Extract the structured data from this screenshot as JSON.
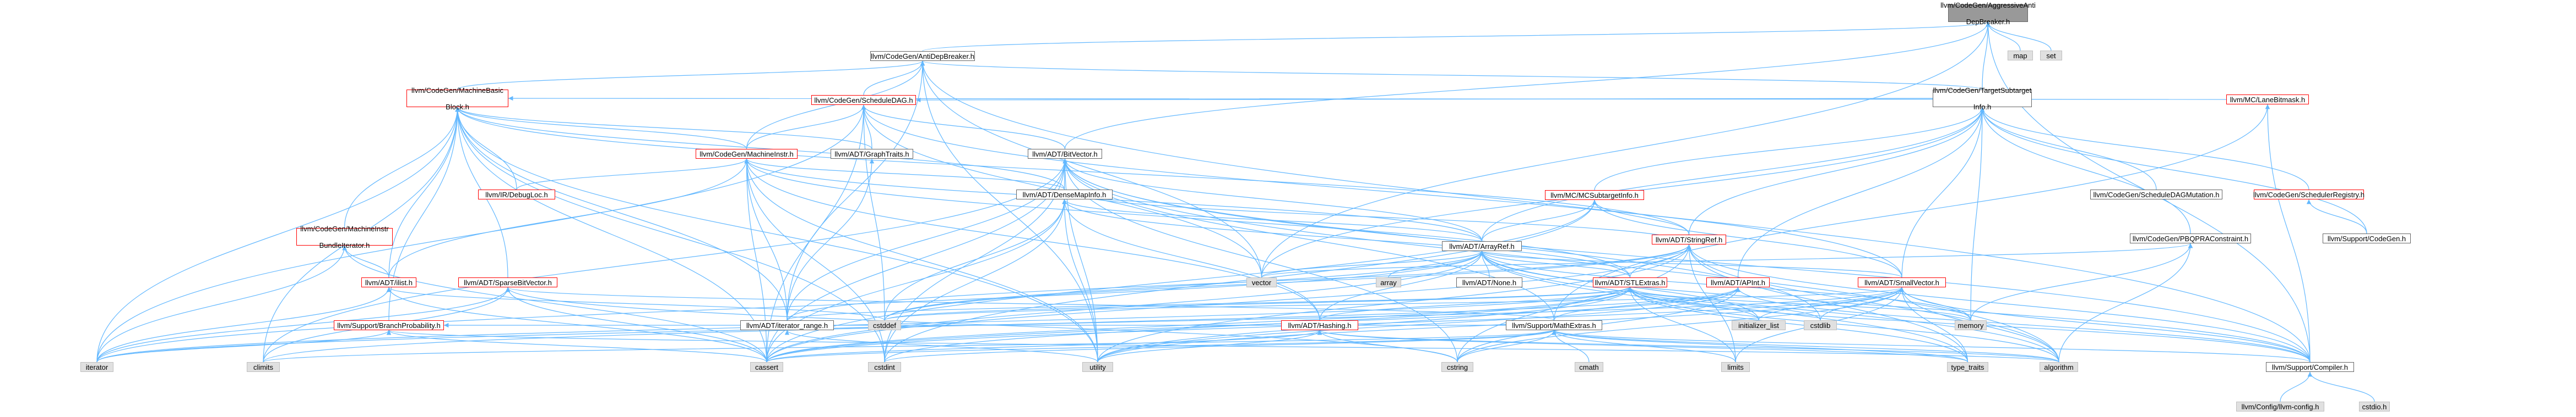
{
  "graph": {
    "root": "llvm/CodeGen/AggressiveAntiDepBreaker.h",
    "colors": {
      "edge": "#63b8ff",
      "edge_alt": "#7c9cc6",
      "root_fill": "#999999",
      "missing_border": "#ff0000",
      "system_fill": "#e0e0e0"
    },
    "nodes": [
      {
        "id": "root",
        "label": "llvm/CodeGen/AggressiveAnti\nDepBreaker.h",
        "kind": "root"
      },
      {
        "id": "map",
        "label": "map",
        "kind": "sys"
      },
      {
        "id": "set",
        "label": "set",
        "kind": "sys"
      },
      {
        "id": "antidep",
        "label": "llvm/CodeGen/AntiDepBreaker.h",
        "kind": "normal"
      },
      {
        "id": "mbb",
        "label": "llvm/CodeGen/MachineBasic\nBlock.h",
        "kind": "red"
      },
      {
        "id": "scheddag",
        "label": "llvm/CodeGen/ScheduleDAG.h",
        "kind": "red"
      },
      {
        "id": "tsi",
        "label": "llvm/CodeGen/TargetSubtarget\nInfo.h",
        "kind": "normal"
      },
      {
        "id": "lanebm",
        "label": "llvm/MC/LaneBitmask.h",
        "kind": "red"
      },
      {
        "id": "minstr",
        "label": "llvm/CodeGen/MachineInstr.h",
        "kind": "red"
      },
      {
        "id": "graphtraits",
        "label": "llvm/ADT/GraphTraits.h",
        "kind": "normal"
      },
      {
        "id": "bitvector",
        "label": "llvm/ADT/BitVector.h",
        "kind": "normal"
      },
      {
        "id": "schedmut",
        "label": "llvm/CodeGen/ScheduleDAGMutation.h",
        "kind": "normal"
      },
      {
        "id": "schedreg",
        "label": "llvm/CodeGen/SchedulerRegistry.h",
        "kind": "red"
      },
      {
        "id": "debugloc",
        "label": "llvm/IR/DebugLoc.h",
        "kind": "red"
      },
      {
        "id": "densemapinfo",
        "label": "llvm/ADT/DenseMapInfo.h",
        "kind": "normal"
      },
      {
        "id": "mcsub",
        "label": "llvm/MC/MCSubtargetInfo.h",
        "kind": "red"
      },
      {
        "id": "codegen",
        "label": "llvm/Support/CodeGen.h",
        "kind": "normal"
      },
      {
        "id": "bundleiter",
        "label": "llvm/CodeGen/MachineInstr\nBundleIterator.h",
        "kind": "red"
      },
      {
        "id": "arrayref",
        "label": "llvm/ADT/ArrayRef.h",
        "kind": "normal"
      },
      {
        "id": "stringref",
        "label": "llvm/ADT/StringRef.h",
        "kind": "red"
      },
      {
        "id": "pbqp",
        "label": "llvm/CodeGen/PBQPRAConstraint.h",
        "kind": "normal"
      },
      {
        "id": "ilist",
        "label": "llvm/ADT/ilist.h",
        "kind": "red"
      },
      {
        "id": "sparsebv",
        "label": "llvm/ADT/SparseBitVector.h",
        "kind": "red"
      },
      {
        "id": "vector",
        "label": "vector",
        "kind": "sys"
      },
      {
        "id": "array",
        "label": "array",
        "kind": "sys"
      },
      {
        "id": "none",
        "label": "llvm/ADT/None.h",
        "kind": "normal"
      },
      {
        "id": "stlextras",
        "label": "llvm/ADT/STLExtras.h",
        "kind": "red"
      },
      {
        "id": "apint",
        "label": "llvm/ADT/APInt.h",
        "kind": "red"
      },
      {
        "id": "smallvector",
        "label": "llvm/ADT/SmallVector.h",
        "kind": "red"
      },
      {
        "id": "branchprob",
        "label": "llvm/Support/BranchProbability.h",
        "kind": "red"
      },
      {
        "id": "iterrange",
        "label": "llvm/ADT/iterator_range.h",
        "kind": "normal"
      },
      {
        "id": "cstddef",
        "label": "cstddef",
        "kind": "sys"
      },
      {
        "id": "hashing",
        "label": "llvm/ADT/Hashing.h",
        "kind": "red"
      },
      {
        "id": "mathextras",
        "label": "llvm/Support/MathExtras.h",
        "kind": "normal"
      },
      {
        "id": "initlist",
        "label": "initializer_list",
        "kind": "sys"
      },
      {
        "id": "cstdlib",
        "label": "cstdlib",
        "kind": "sys"
      },
      {
        "id": "memory",
        "label": "memory",
        "kind": "sys"
      },
      {
        "id": "iterator",
        "label": "iterator",
        "kind": "sys"
      },
      {
        "id": "climits",
        "label": "climits",
        "kind": "sys"
      },
      {
        "id": "cassert",
        "label": "cassert",
        "kind": "sys"
      },
      {
        "id": "cstdint",
        "label": "cstdint",
        "kind": "sys"
      },
      {
        "id": "utility",
        "label": "utility",
        "kind": "sys"
      },
      {
        "id": "cstring",
        "label": "cstring",
        "kind": "sys"
      },
      {
        "id": "cmath",
        "label": "cmath",
        "kind": "sys"
      },
      {
        "id": "limits",
        "label": "limits",
        "kind": "sys"
      },
      {
        "id": "typetraits",
        "label": "type_traits",
        "kind": "sys"
      },
      {
        "id": "algorithm",
        "label": "algorithm",
        "kind": "sys"
      },
      {
        "id": "compiler",
        "label": "llvm/Support/Compiler.h",
        "kind": "normal"
      },
      {
        "id": "config",
        "label": "llvm/Config/llvm-config.h",
        "kind": "sys"
      },
      {
        "id": "cstdioh",
        "label": "cstdio.h",
        "kind": "sys"
      }
    ],
    "edges": [
      [
        "root",
        "map"
      ],
      [
        "root",
        "set"
      ],
      [
        "root",
        "antidep"
      ],
      [
        "root",
        "tsi"
      ],
      [
        "root",
        "bitvector"
      ],
      [
        "root",
        "vector"
      ],
      [
        "root",
        "compiler"
      ],
      [
        "antidep",
        "mbb"
      ],
      [
        "antidep",
        "scheddag"
      ],
      [
        "antidep",
        "minstr"
      ],
      [
        "antidep",
        "iterrange"
      ],
      [
        "antidep",
        "vector"
      ],
      [
        "antidep",
        "tsi"
      ],
      [
        "antidep",
        "compiler"
      ],
      [
        "antidep",
        "utility"
      ],
      [
        "mbb",
        "graphtraits"
      ],
      [
        "mbb",
        "bundleiter"
      ],
      [
        "mbb",
        "minstr"
      ],
      [
        "mbb",
        "sparsebv"
      ],
      [
        "mbb",
        "ilist"
      ],
      [
        "mbb",
        "debugloc"
      ],
      [
        "mbb",
        "branchprob"
      ],
      [
        "mbb",
        "iterrange"
      ],
      [
        "mbb",
        "lanebm"
      ],
      [
        "mbb",
        "cassert"
      ],
      [
        "mbb",
        "iterator"
      ],
      [
        "mbb",
        "cstdint"
      ],
      [
        "mbb",
        "utility"
      ],
      [
        "mbb",
        "climits"
      ],
      [
        "mbb",
        "stringref"
      ],
      [
        "mbb",
        "densemapinfo"
      ],
      [
        "scheddag",
        "bitvector"
      ],
      [
        "scheddag",
        "graphtraits"
      ],
      [
        "scheddag",
        "smallvector"
      ],
      [
        "scheddag",
        "minstr"
      ],
      [
        "scheddag",
        "tsi"
      ],
      [
        "scheddag",
        "cassert"
      ],
      [
        "scheddag",
        "cstddef"
      ],
      [
        "scheddag",
        "iterator"
      ],
      [
        "scheddag",
        "string_ref_skip"
      ],
      [
        "scheddag",
        "vector"
      ],
      [
        "tsi",
        "arrayref"
      ],
      [
        "tsi",
        "smallvector"
      ],
      [
        "tsi",
        "schedmut"
      ],
      [
        "tsi",
        "schedreg"
      ],
      [
        "tsi",
        "mcsub"
      ],
      [
        "tsi",
        "codegen"
      ],
      [
        "tsi",
        "pbqp"
      ],
      [
        "tsi",
        "memory"
      ],
      [
        "tsi",
        "vector"
      ],
      [
        "tsi",
        "stringref"
      ],
      [
        "tsi",
        "apint"
      ],
      [
        "lanebm",
        "compiler"
      ],
      [
        "lanebm",
        "mathextras"
      ],
      [
        "minstr",
        "densemapinfo"
      ],
      [
        "minstr",
        "arrayref"
      ],
      [
        "minstr",
        "ilist"
      ],
      [
        "minstr",
        "iterrange"
      ],
      [
        "minstr",
        "debugloc"
      ],
      [
        "minstr",
        "cassert"
      ],
      [
        "minstr",
        "cstdint"
      ],
      [
        "minstr",
        "utility"
      ],
      [
        "minstr",
        "hashing"
      ],
      [
        "minstr",
        "stlextras"
      ],
      [
        "graphtraits",
        "iterrange"
      ],
      [
        "bitvector",
        "arrayref"
      ],
      [
        "bitvector",
        "densemapinfo"
      ],
      [
        "bitvector",
        "iterrange"
      ],
      [
        "bitvector",
        "mathextras"
      ],
      [
        "bitvector",
        "algorithm"
      ],
      [
        "bitvector",
        "cassert"
      ],
      [
        "bitvector",
        "climits"
      ],
      [
        "bitvector",
        "cstdint"
      ],
      [
        "bitvector",
        "cstdlib"
      ],
      [
        "bitvector",
        "cstring"
      ],
      [
        "bitvector",
        "utility"
      ],
      [
        "bitvector",
        "compiler"
      ],
      [
        "schedreg",
        "codegen"
      ],
      [
        "densemapinfo",
        "arrayref"
      ],
      [
        "densemapinfo",
        "hashing"
      ],
      [
        "densemapinfo",
        "cassert"
      ],
      [
        "densemapinfo",
        "cstddef"
      ],
      [
        "densemapinfo",
        "cstdint"
      ],
      [
        "densemapinfo",
        "utility"
      ],
      [
        "densemapinfo",
        "stlextras"
      ],
      [
        "mcsub",
        "arrayref"
      ],
      [
        "mcsub",
        "stringref"
      ],
      [
        "mcsub",
        "smallvector"
      ],
      [
        "mcsub",
        "cassert"
      ],
      [
        "mcsub",
        "cstdint"
      ],
      [
        "mcsub",
        "string_ref_skip"
      ],
      [
        "bundleiter",
        "ilist"
      ],
      [
        "bundleiter",
        "cassert"
      ],
      [
        "bundleiter",
        "iterator"
      ],
      [
        "bundleiter",
        "type_skip"
      ],
      [
        "arrayref",
        "hashing"
      ],
      [
        "arrayref",
        "none"
      ],
      [
        "arrayref",
        "smallvector"
      ],
      [
        "arrayref",
        "stlextras"
      ],
      [
        "arrayref",
        "compiler"
      ],
      [
        "arrayref",
        "algorithm"
      ],
      [
        "arrayref",
        "array"
      ],
      [
        "arrayref",
        "cassert"
      ],
      [
        "arrayref",
        "cstddef"
      ],
      [
        "arrayref",
        "initlist"
      ],
      [
        "arrayref",
        "iterator"
      ],
      [
        "arrayref",
        "memory"
      ],
      [
        "arrayref",
        "typetraits"
      ],
      [
        "arrayref",
        "vector"
      ],
      [
        "stringref",
        "densemapinfo"
      ],
      [
        "stringref",
        "stlextras"
      ],
      [
        "stringref",
        "iterrange"
      ],
      [
        "stringref",
        "compiler"
      ],
      [
        "stringref",
        "algorithm"
      ],
      [
        "stringref",
        "cassert"
      ],
      [
        "stringref",
        "cstddef"
      ],
      [
        "stringref",
        "cstring"
      ],
      [
        "stringref",
        "limits"
      ],
      [
        "stringref",
        "typetraits"
      ],
      [
        "stringref",
        "utility"
      ],
      [
        "pbqp",
        "algorithm"
      ],
      [
        "pbqp",
        "memory"
      ],
      [
        "pbqp",
        "vector"
      ],
      [
        "ilist",
        "iterator"
      ],
      [
        "ilist",
        "cassert"
      ],
      [
        "ilist",
        "cstddef"
      ],
      [
        "sparsebv",
        "iterator"
      ],
      [
        "sparsebv",
        "mathextras"
      ],
      [
        "sparsebv",
        "cassert"
      ],
      [
        "sparsebv",
        "climits"
      ],
      [
        "sparsebv",
        "cstring"
      ],
      [
        "stlextras",
        "iterrange"
      ],
      [
        "stlextras",
        "compiler"
      ],
      [
        "stlextras",
        "algorithm"
      ],
      [
        "stlextras",
        "cassert"
      ],
      [
        "stlextras",
        "cstddef"
      ],
      [
        "stlextras",
        "cstdint"
      ],
      [
        "stlextras",
        "cstdlib"
      ],
      [
        "stlextras",
        "initlist"
      ],
      [
        "stlextras",
        "iterator"
      ],
      [
        "stlextras",
        "limits"
      ],
      [
        "stlextras",
        "memory"
      ],
      [
        "stlextras",
        "typetraits"
      ],
      [
        "stlextras",
        "utility"
      ],
      [
        "stlextras",
        "hashing"
      ],
      [
        "apint",
        "compiler"
      ],
      [
        "apint",
        "mathextras"
      ],
      [
        "apint",
        "cassert"
      ],
      [
        "apint",
        "climits"
      ],
      [
        "apint",
        "cstring"
      ],
      [
        "apint",
        "utility"
      ],
      [
        "smallvector",
        "compiler"
      ],
      [
        "smallvector",
        "type_skip"
      ],
      [
        "smallvector",
        "algorithm"
      ],
      [
        "smallvector",
        "cassert"
      ],
      [
        "smallvector",
        "cstddef"
      ],
      [
        "smallvector",
        "cstdlib"
      ],
      [
        "smallvector",
        "cstring"
      ],
      [
        "smallvector",
        "initlist"
      ],
      [
        "smallvector",
        "iterator"
      ],
      [
        "smallvector",
        "limits"
      ],
      [
        "smallvector",
        "memory"
      ],
      [
        "smallvector",
        "typetraits"
      ],
      [
        "smallvector",
        "utility"
      ],
      [
        "branchprob",
        "mathextras"
      ],
      [
        "branchprob",
        "algorithm"
      ],
      [
        "branchprob",
        "cassert"
      ],
      [
        "branchprob",
        "iterator"
      ],
      [
        "branchprob",
        "numeric_skip"
      ],
      [
        "iterrange",
        "utility"
      ],
      [
        "hashing",
        "algorithm"
      ],
      [
        "hashing",
        "cassert"
      ],
      [
        "hashing",
        "cstring"
      ],
      [
        "hashing",
        "typetraits"
      ],
      [
        "hashing",
        "utility"
      ],
      [
        "mathextras",
        "compiler"
      ],
      [
        "mathextras",
        "cassert"
      ],
      [
        "mathextras",
        "climits"
      ],
      [
        "mathextras",
        "cmath"
      ],
      [
        "mathextras",
        "cstdint"
      ],
      [
        "mathextras",
        "cstring"
      ],
      [
        "mathextras",
        "limits"
      ],
      [
        "mathextras",
        "typetraits"
      ],
      [
        "mathextras",
        "algorithm"
      ],
      [
        "compiler",
        "config"
      ],
      [
        "compiler",
        "cstdioh"
      ]
    ]
  }
}
